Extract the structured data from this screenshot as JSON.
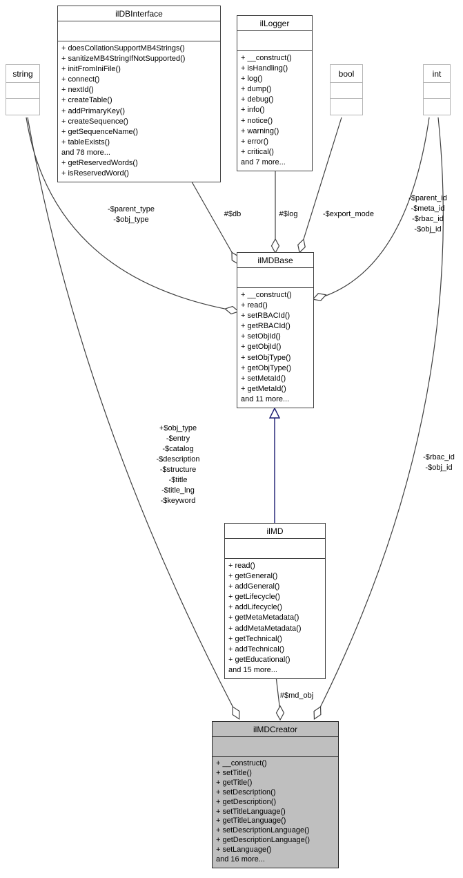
{
  "diagram": {
    "kind": "uml-collaboration-diagram",
    "colors": {
      "node_border": "#3f3f3f",
      "edge": "#3f3f3f",
      "inheritance_edge": "#191970",
      "highlight_node_fill": "#bfbfbf",
      "node_fill": "#ffffff",
      "primitive_node_border": "#b4b4b4"
    }
  },
  "classes": {
    "ildbinterface": {
      "title": "ilDBInterface",
      "members": [
        "+ doesCollationSupportMB4Strings()",
        "+ sanitizeMB4StringIfNotSupported()",
        "+ initFromIniFile()",
        "+ connect()",
        "+ nextId()",
        "+ createTable()",
        "+ addPrimaryKey()",
        "+ createSequence()",
        "+ getSequenceName()",
        "+ tableExists()",
        "and 78 more...",
        "+ getReservedWords()",
        "+ isReservedWord()"
      ]
    },
    "illogger": {
      "title": "ilLogger",
      "members": [
        "+ __construct()",
        "+ isHandling()",
        "+ log()",
        "+ dump()",
        "+ debug()",
        "+ info()",
        "+ notice()",
        "+ warning()",
        "+ error()",
        "+ critical()",
        "and 7 more..."
      ]
    },
    "string_type": {
      "title": "string"
    },
    "bool_type": {
      "title": "bool"
    },
    "int_type": {
      "title": "int"
    },
    "ilmdbase": {
      "title": "ilMDBase",
      "members": [
        "+ __construct()",
        "+ read()",
        "+ setRBACId()",
        "+ getRBACId()",
        "+ setObjId()",
        "+ getObjId()",
        "+ setObjType()",
        "+ getObjType()",
        "+ setMetaId()",
        "+ getMetaId()",
        "and 11 more..."
      ]
    },
    "ilmd": {
      "title": "ilMD",
      "members": [
        "+ read()",
        "+ getGeneral()",
        "+ addGeneral()",
        "+ getLifecycle()",
        "+ addLifecycle()",
        "+ getMetaMetadata()",
        "+ addMetaMetadata()",
        "+ getTechnical()",
        "+ addTechnical()",
        "+ getEducational()",
        "and 15 more..."
      ]
    },
    "ilmdcreator": {
      "title": "ilMDCreator",
      "members": [
        "+ __construct()",
        "+ setTitle()",
        "+ getTitle()",
        "+ setDescription()",
        "+ getDescription()",
        "+ setTitleLanguage()",
        "+ getTitleLanguage()",
        "+ setDescriptionLanguage()",
        "+ getDescriptionLanguage()",
        "+ setLanguage()",
        "and 16 more..."
      ]
    }
  },
  "edges": {
    "db_label": "#$db",
    "log_label": "#$log",
    "export_mode_label": "-$export_mode",
    "md_obj_label": "#$md_obj",
    "parent_type_label": [
      "-$parent_type",
      "-$obj_type"
    ],
    "base_ids_label": [
      "-$parent_id",
      "-$meta_id",
      "-$rbac_id",
      "-$obj_id"
    ],
    "creator_string_label": [
      "+$obj_type",
      "-$entry",
      "-$catalog",
      "-$description",
      "-$structure",
      "-$title",
      "-$title_lng",
      "-$keyword"
    ],
    "creator_ids_label": [
      "-$rbac_id",
      "-$obj_id"
    ]
  }
}
